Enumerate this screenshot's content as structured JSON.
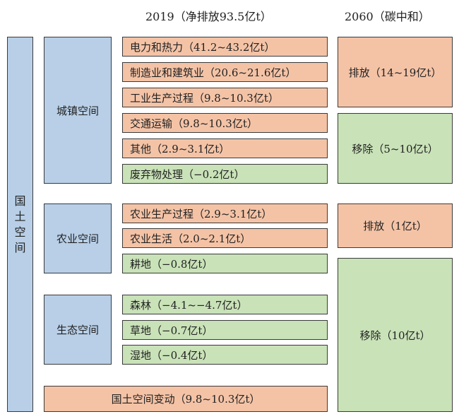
{
  "header": {
    "left": "2019（净排放93.5亿t）",
    "right": "2060（碳中和）"
  },
  "territory": {
    "chars": [
      "国",
      "土",
      "空",
      "间"
    ]
  },
  "spaces": {
    "urban": "城镇空间",
    "agri": "农业空间",
    "eco": "生态空间"
  },
  "items_2019": {
    "power": "电力和热力（41.2~43.2亿t）",
    "manufacturing": "制造业和建筑业（20.6~21.6亿t）",
    "industrial_process": "工业生产过程（9.8~10.3亿t）",
    "transport": "交通运输（9.8~10.3亿t）",
    "other": "其他（2.9~3.1亿t）",
    "waste": "废弃物处理（−0.2亿t）",
    "agri_process": "农业生产过程（2.9~3.1亿t）",
    "agri_life": "农业生活（2.0~2.1亿t）",
    "cropland": "耕地（−0.8亿t）",
    "forest": "森林（−4.1~−4.7亿t）",
    "grassland": "草地（−0.7亿t）",
    "wetland": "湿地（−0.4亿t）"
  },
  "land_change": "国土空间变动（9.8~10.3亿t）",
  "items_2060": {
    "urban_emission": "排放（14~19亿t）",
    "urban_removal": "移除（5~10亿t）",
    "agri_emission": "排放（1亿t）",
    "eco_removal": "移除（10亿t）"
  },
  "colors": {
    "blue": "#b8cfe7",
    "orange": "#f4c3a6",
    "green": "#c9e2b8"
  }
}
